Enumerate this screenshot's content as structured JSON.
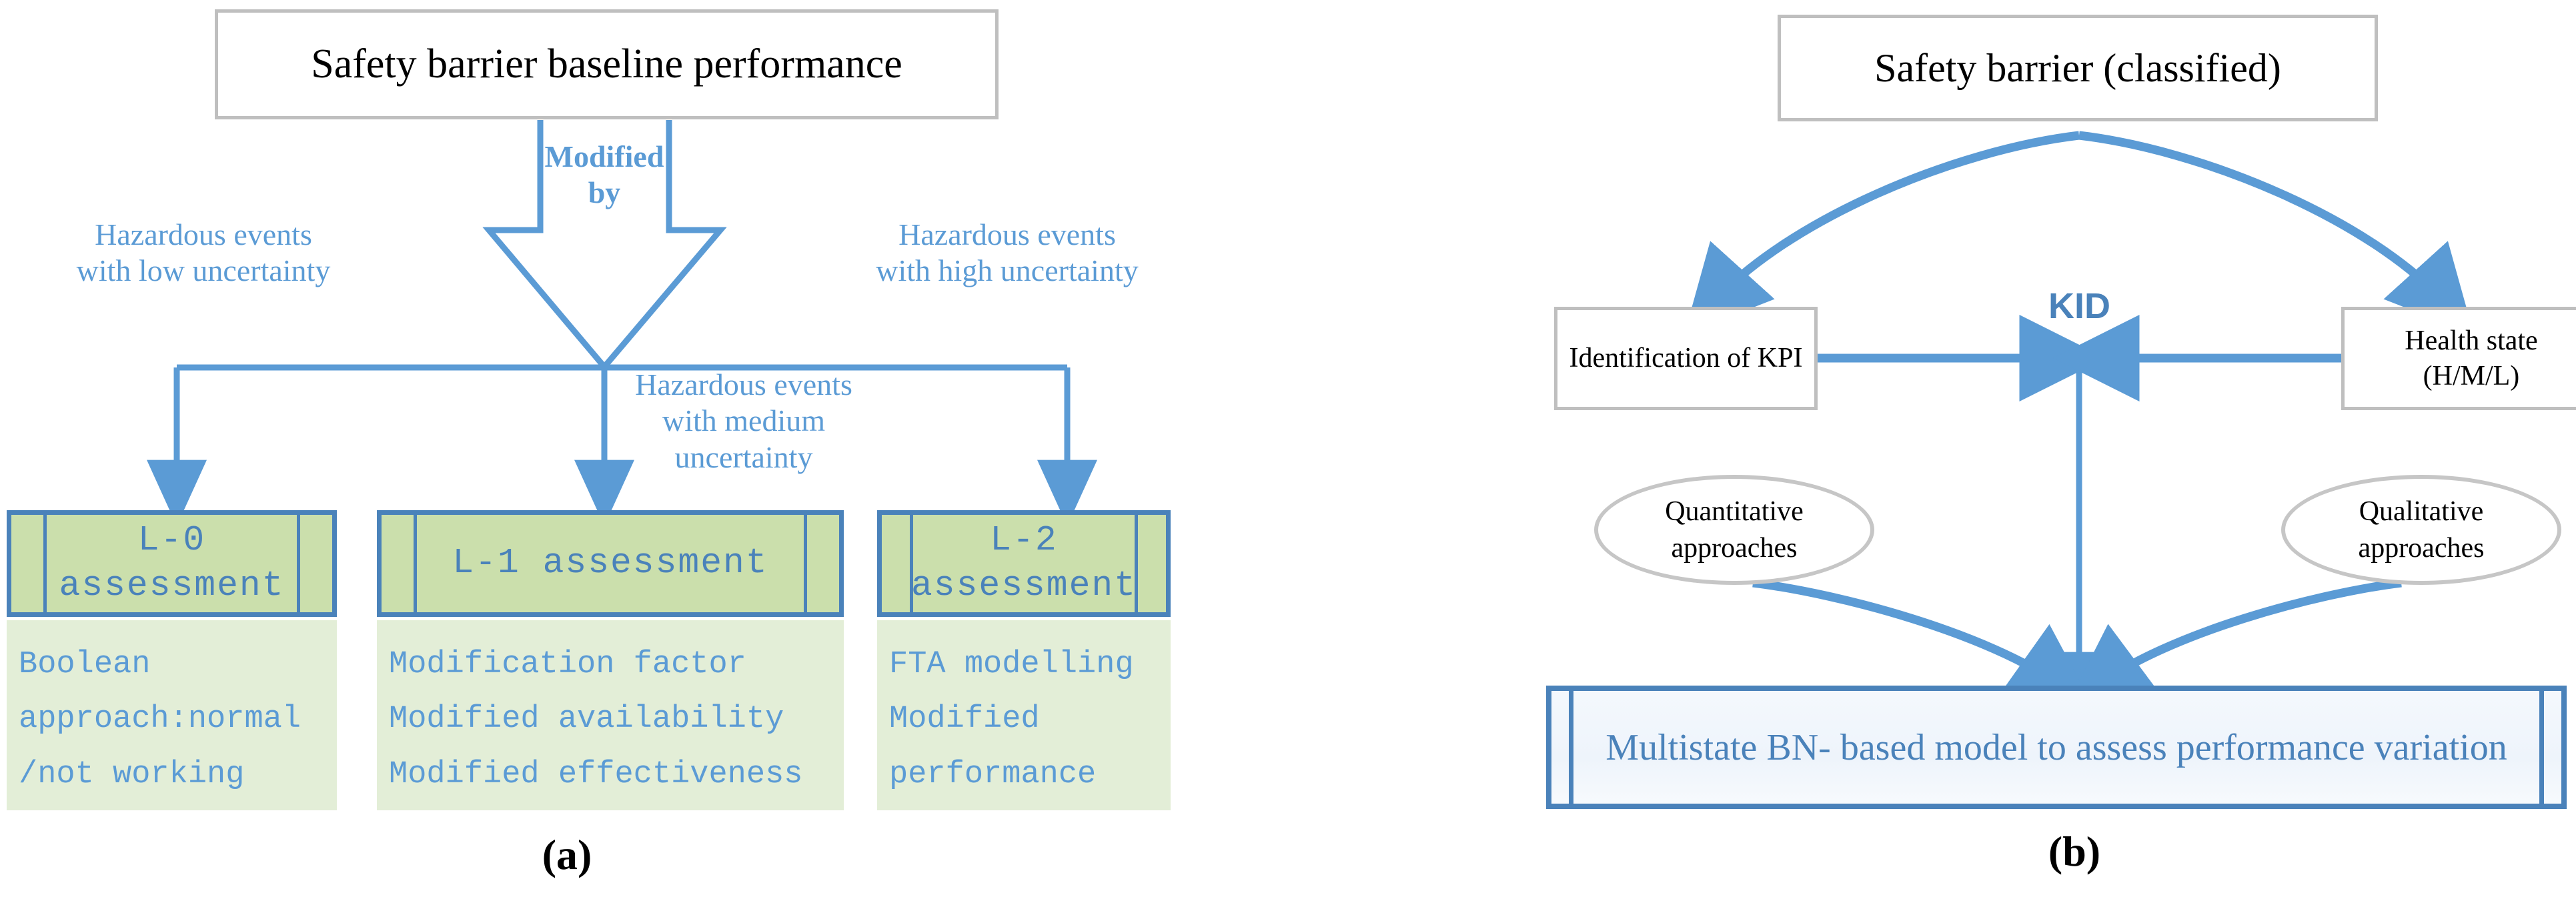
{
  "figure": {
    "panel_a_caption": "(a)",
    "panel_b_caption": "(b)"
  },
  "panel_a": {
    "title": "Safety barrier baseline performance",
    "arrow_label": "Modified\nby",
    "branch_labels": {
      "left": "Hazardous events\nwith low uncertainty",
      "middle": "Hazardous events\nwith medium\nuncertainty",
      "right": "Hazardous events\nwith high uncertainty"
    },
    "levels": [
      {
        "header": "L-0\nassessment",
        "lines": [
          "Boolean",
          "approach:normal",
          "/not working"
        ]
      },
      {
        "header": "L-1 assessment",
        "lines": [
          "Modification factor",
          "Modified availability",
          "Modified effectiveness"
        ]
      },
      {
        "header": "L-2\nassessment",
        "lines": [
          "FTA modelling",
          "Modified",
          "performance"
        ]
      }
    ]
  },
  "panel_b": {
    "title": "Safety barrier (classified)",
    "kid_label": "KID",
    "kpi_box": "Identification of KPI",
    "health_box": "Health state\n(H/M/L)",
    "quantitative_ellipse": "Quantitative\napproaches",
    "qualitative_ellipse": "Qualitative\napproaches",
    "bn_box": "Multistate BN- based model to assess performance variation"
  },
  "colors": {
    "blue": "#4a82ba",
    "light_blue": "#5b9bd5",
    "green_header": "#cbdfac",
    "green_body": "#e3eed7",
    "grey_border": "#bfbfbf"
  }
}
